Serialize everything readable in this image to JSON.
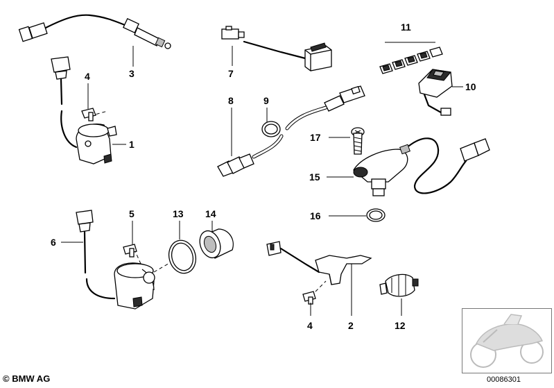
{
  "callouts": {
    "c1": "1",
    "c2": "2",
    "c3": "3",
    "c4a": "4",
    "c4b": "4",
    "c5": "5",
    "c6": "6",
    "c7": "7",
    "c8": "8",
    "c9": "9",
    "c10": "10",
    "c11": "11",
    "c12": "12",
    "c13": "13",
    "c14": "14",
    "c15": "15",
    "c16": "16",
    "c17": "17"
  },
  "footer": {
    "copyright": "© BMW AG",
    "doc_number": "00086301"
  }
}
